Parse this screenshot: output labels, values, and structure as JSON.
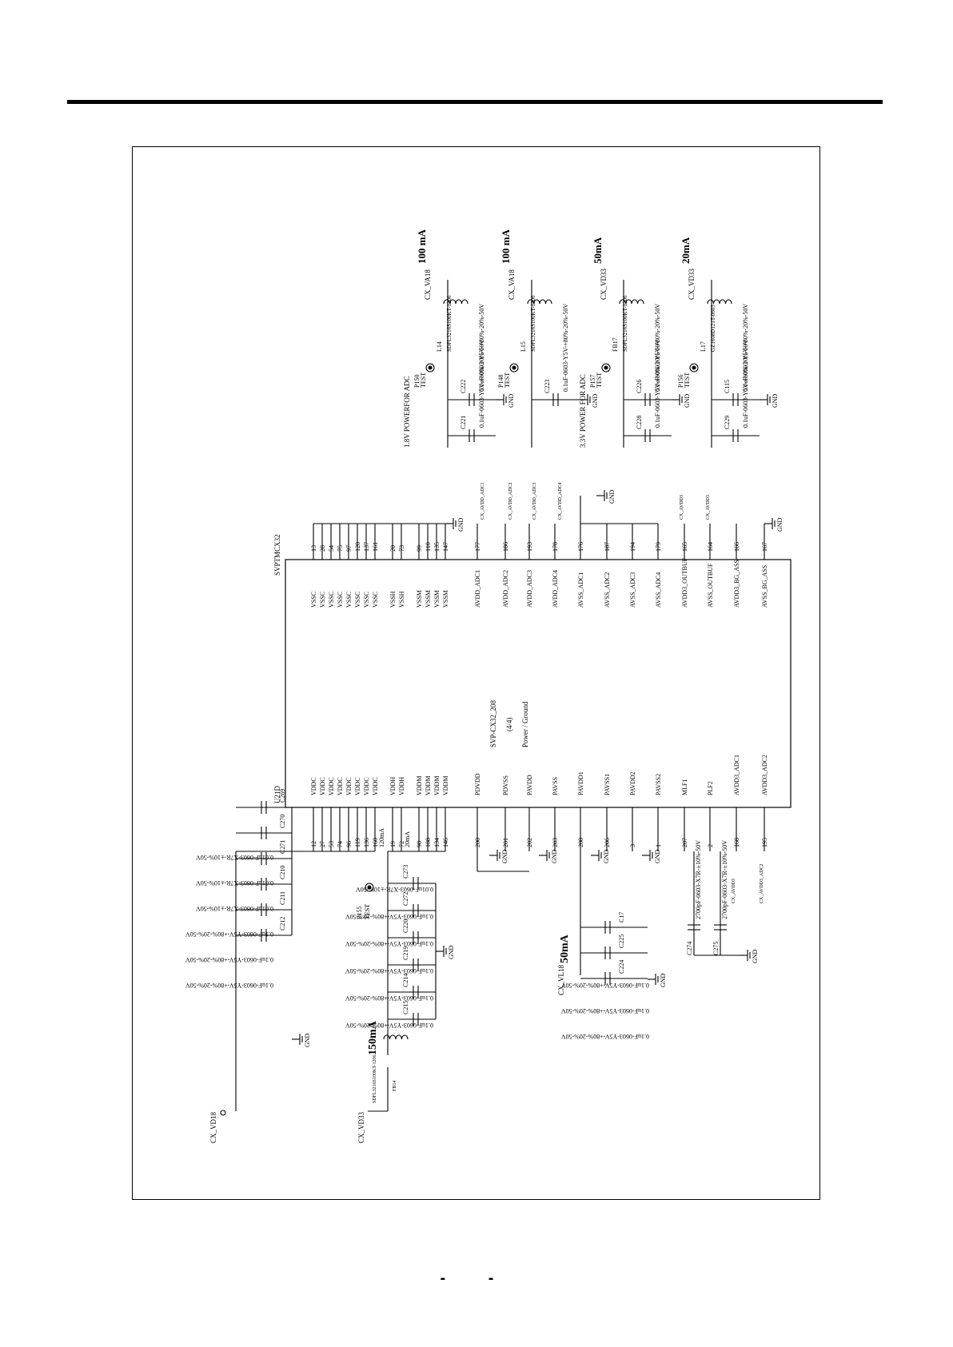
{
  "footer": {
    "page_mark": "- -"
  },
  "schematic": {
    "chip": {
      "ref": "U21D",
      "part": "SVPTMCX32",
      "title": "SVP-CX32_208",
      "section": "(4/4)",
      "function": "Power / Ground",
      "left_pins": [
        {
          "num": "12",
          "name": "VDDC"
        },
        {
          "num": "27",
          "name": "VDDC"
        },
        {
          "num": "53",
          "name": "VDDC"
        },
        {
          "num": "74",
          "name": "VDDC"
        },
        {
          "num": "96",
          "name": "VDDC"
        },
        {
          "num": "119",
          "name": "VDDC"
        },
        {
          "num": "136",
          "name": "VDDC"
        },
        {
          "num": "160",
          "name": "VDDC"
        },
        {
          "num": "19",
          "name": "VDDH"
        },
        {
          "num": "72",
          "name": "VDDH"
        },
        {
          "num": "98",
          "name": "VDDM"
        },
        {
          "num": "108",
          "name": "VDDM"
        },
        {
          "num": "134",
          "name": "VDDM"
        },
        {
          "num": "146",
          "name": "VDDM"
        },
        {
          "num": "200",
          "name": "PDVDD"
        },
        {
          "num": "201",
          "name": "PDVSS"
        },
        {
          "num": "202",
          "name": "PAVDD"
        },
        {
          "num": "203",
          "name": "PAVSS"
        },
        {
          "num": "208",
          "name": "PAVDD1"
        },
        {
          "num": "206",
          "name": "PAVSS1"
        },
        {
          "num": "3",
          "name": "PAVDD2"
        },
        {
          "num": "1",
          "name": "PAVSS2"
        },
        {
          "num": "207",
          "name": "MLF1"
        },
        {
          "num": "2",
          "name": "PLF2"
        },
        {
          "num": "168",
          "name": "AVDD3_ADC1"
        },
        {
          "num": "195",
          "name": "AVDD3_ADC2"
        }
      ],
      "right_pins": [
        {
          "num": "13",
          "name": "VSSC"
        },
        {
          "num": "28",
          "name": "VSSC"
        },
        {
          "num": "54",
          "name": "VSSC"
        },
        {
          "num": "75",
          "name": "VSSC"
        },
        {
          "num": "97",
          "name": "VSSC"
        },
        {
          "num": "120",
          "name": "VSSC"
        },
        {
          "num": "137",
          "name": "VSSC"
        },
        {
          "num": "161",
          "name": "VSSC"
        },
        {
          "num": "20",
          "name": "VSSH"
        },
        {
          "num": "73",
          "name": "VSSH"
        },
        {
          "num": "99",
          "name": "VSSM"
        },
        {
          "num": "110",
          "name": "VSSM"
        },
        {
          "num": "135",
          "name": "VSSM"
        },
        {
          "num": "147",
          "name": "VSSM"
        },
        {
          "num": "177",
          "name": "AVDD_ADC1"
        },
        {
          "num": "186",
          "name": "AVDD_ADC2"
        },
        {
          "num": "193",
          "name": "AVDD_ADC3"
        },
        {
          "num": "178",
          "name": "AVDD_ADC4"
        },
        {
          "num": "176",
          "name": "AVSS_ADC1"
        },
        {
          "num": "187",
          "name": "AVSS_ADC2"
        },
        {
          "num": "194",
          "name": "AVSS_ADC3"
        },
        {
          "num": "179",
          "name": "AVSS_ADC4"
        },
        {
          "num": "165",
          "name": "AVDD3_OUTBUF"
        },
        {
          "num": "164",
          "name": "AVSS_OUTBUF"
        },
        {
          "num": "166",
          "name": "AVDD3_BG_ASS"
        },
        {
          "num": "167",
          "name": "AVSS_BG_ASS"
        }
      ]
    },
    "net_labels_top": [
      "CX_AVDD_ADC1",
      "CX_AVDD_ADC2",
      "CX_AVDD_ADC3",
      "CX_AVDD_ADC4",
      "CX_AVDD3",
      "CX_AVDD3"
    ],
    "net_labels_bottom": [
      "CX_AVDD3",
      "CX_AVDD3_ADC2"
    ],
    "current_labels": [
      "100 mA",
      "100 mA",
      "50mA",
      "20mA",
      "150mA",
      "50mA",
      "120mA",
      "20mA"
    ],
    "power_nets": [
      "CX_VA18",
      "CX_VA18",
      "CX_VD33",
      "CX_VD33",
      "CX_VD18",
      "CX_VD33",
      "CX_VL18"
    ],
    "section_notes": [
      "1.8V POWERFOR ADC",
      "3.3V POWER FOR ADC"
    ],
    "tests": [
      "P150",
      "P148",
      "P157",
      "P156",
      "P155"
    ],
    "test_label": "TEST",
    "inductors": [
      {
        "ref": "L14",
        "value": "SDFL3216S100KT-1206"
      },
      {
        "ref": "L15",
        "value": "SDFL3216S100KT-1206"
      },
      {
        "ref": "FB17",
        "value": "SDFL3216S100KT-1206"
      },
      {
        "ref": "L17",
        "value": "GZ1608D121T-0603"
      },
      {
        "ref": "FB14",
        "value": "SDFL3216S100KT-1206"
      }
    ],
    "caps_top": [
      {
        "ref": "C222",
        "value": "0.1uF-0603-Y5V-+80%-20%-50V"
      },
      {
        "ref": "C221",
        "value": "0.1uF-0603-Y5V-+80%-20%-50V"
      },
      {
        "ref": "C223",
        "value": "0.1uF-0603-Y5V-+80%-20%-50V"
      },
      {
        "ref": "C226",
        "value": "0.1uF-0603-Y5V-+80%-20%-50V"
      },
      {
        "ref": "C228",
        "value": "0.1uF-0603-Y5V-+80%-20%-50V"
      },
      {
        "ref": "C115",
        "value": "0.1uF-0603-Y5V-+80%-20%-50V"
      },
      {
        "ref": "C229",
        "value": "0.1uF-0603-Y5V-+80%-20%-50V"
      }
    ],
    "caps_left": [
      {
        "ref": "C212",
        "value": "0.1uF-0603-Y5V-+80%-20%-50V"
      },
      {
        "ref": "C211",
        "value": "0.1uF-0603-Y5V-+80%-20%-50V"
      },
      {
        "ref": "C210",
        "value": "0.1uF-0603-Y5V-+80%-20%-50V"
      },
      {
        "ref": "C271",
        "value": "0.01uF-0603-X7R-±10%-50V"
      },
      {
        "ref": "C270",
        "value": "0.01uF-0603-X7R-±10%-50V"
      },
      {
        "ref": "C269",
        "value": "0.01uF-0603-X7R-±10%-50V"
      }
    ],
    "caps_mid": [
      {
        "ref": "C273",
        "value": "0.01uF-0603-X7R-±10%-50V"
      },
      {
        "ref": "C272",
        "value": "0.1uF-0603-Y5V-+80%-20%-50V"
      },
      {
        "ref": "C220",
        "value": "0.1uF-0603-Y5V-+80%-20%-50V"
      },
      {
        "ref": "C219",
        "value": "0.1uF-0603-Y5V-+80%-20%-50V"
      },
      {
        "ref": "C214",
        "value": "0.1uF-0603-Y5V-+80%-20%-50V"
      },
      {
        "ref": "C215",
        "value": "0.1uF-0603-Y5V-+80%-20%-50V"
      }
    ],
    "caps_pll": [
      {
        "ref": "C17",
        "value": "0.1uF-0603-Y5V-+80%-20%-50V"
      },
      {
        "ref": "C225",
        "value": "0.1uF-0603-Y5V-+80%-20%-50V"
      },
      {
        "ref": "C224",
        "value": "0.1uF-0603-Y5V-+80%-20%-50V"
      },
      {
        "ref": "C274",
        "value": "2700pF-0603-X7R-±10%-50V"
      },
      {
        "ref": "C275",
        "value": "2700pF-0603-X7R-±10%-50V"
      }
    ],
    "gnd": "GND"
  }
}
